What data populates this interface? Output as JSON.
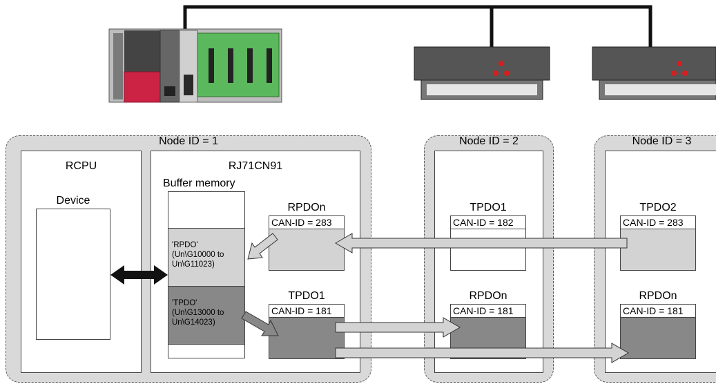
{
  "nodes": [
    {
      "label": "Node ID = 1"
    },
    {
      "label": "Node ID = 2"
    },
    {
      "label": "Node ID = 3"
    }
  ],
  "rcpu": {
    "title": "RCPU",
    "device_label": "Device"
  },
  "module": {
    "title": "RJ71CN91",
    "buffer_label": "Buffer memory"
  },
  "buffer": {
    "rpdo_area": [
      "'RPDO'",
      "(Un\\G10000 to",
      "Un\\G11023)"
    ],
    "tpdo_area": [
      "'TPDO'",
      "(Un\\G13000 to",
      "Un\\G14023)"
    ]
  },
  "node1_pdos": {
    "rpdo": {
      "title": "RPDOn",
      "can_id": "CAN-ID = 283"
    },
    "tpdo": {
      "title": "TPDO1",
      "can_id": "CAN-ID = 181"
    }
  },
  "node2_pdos": {
    "tpdo": {
      "title": "TPDO1",
      "can_id": "CAN-ID = 182"
    },
    "rpdo": {
      "title": "RPDOn",
      "can_id": "CAN-ID = 181"
    }
  },
  "node3_pdos": {
    "tpdo": {
      "title": "TPDO2",
      "can_id": "CAN-ID = 283"
    },
    "rpdo": {
      "title": "RPDOn",
      "can_id": "CAN-ID = 181"
    }
  },
  "colors": {
    "group_bg": "#d9d9d9",
    "light_pdo": "#d3d3d3",
    "dark_pdo": "#888888",
    "plc_red": "#cc2244",
    "plc_green": "#5cb85c"
  }
}
